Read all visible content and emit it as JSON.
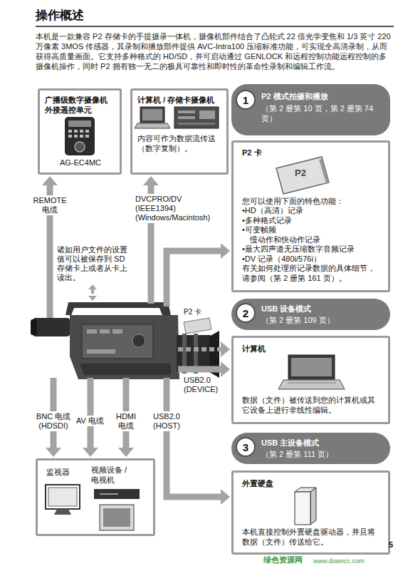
{
  "diagram": {
    "title": "操作概述",
    "nodes": [
      {
        "text": [
          "广播级数字摄像机 外接遥控单元",
          "AG-EC4MC"
        ]
      },
      {
        "text": [
          "计算机 / 存储卡摄像机",
          "内容可作为数据流传送 （数字复制）。"
        ]
      },
      {
        "text": [
          "P2 模式拍摄和播放",
          "（第 2 册第 10 页，第 2 册第 74 页）"
        ]
      },
      {
        "text": [
          "1"
        ],
        "in": 2
      },
      {
        "text": [
          "P2 卡",
          "您可以使用下面的特色功能：",
          "•HD（高清）记录",
          "•多种格式记录",
          "•可变帧频 慢动作和快动作记录",
          "•最大四声道无压缩数字音频记录",
          "•DV 记录（480i/576i）",
          "有关如何处理所记录数据的具体细节，请参阅（第 2 册第 161 页）。"
        ]
      },
      {
        "text": [
          "USB 设备模式",
          "（第 2 册第 109 页）"
        ]
      },
      {
        "text": [
          "2"
        ],
        "in": 5
      },
      {
        "text": [
          "计算机",
          "数据（文件）被传送到您的计算机或其它设备上进行非线性编辑。"
        ]
      },
      {
        "text": [
          "USB 主设备模式",
          "（第 2 册第 111 页）"
        ]
      },
      {
        "text": [
          "3"
        ],
        "in": 8
      },
      {
        "text": [
          "外置硬盘",
          "本机直接控制外置硬盘驱动器，并且将数据（文件）传送给它。"
        ]
      },
      {
        "text": [
          "监视器",
          "视频设备 / 电视机"
        ]
      }
    ],
    "labels": [
      "本机是一款兼容 P2 存储卡的手提摄录一体机，摄像机部件结合了凸轮式 22 倍光学变焦和 1/3 英寸 220 万像素 3MOS 传感器，其录制和播放部件提供 AVC-Intra100 压缩标准功能，可实现全高清录制，从而获得高质量画面。它支持多种格式的 HD/SD，并可启动通过 GENLOCK 和远程控制功能远程控制的多摄像机操作，同时 P2 拥有独一无二的极具可靠性和即时性的革命性录制和编辑工作流。",
      "REMOTE 电缆",
      "DVCPRO/DV (IEEE1394) (Windows/Macintosh)",
      "诸如用户文件的设置值可以被保存到 SD 存储卡上或者从卡上读出。",
      "P2 卡",
      "P2",
      "USB2.0 (DEVICE)",
      "BNC 电缆 (HDSDI)",
      "AV 电缆",
      "HDMI 电缆",
      "USB2.0 (HOST)",
      "5",
      "绿色资源网",
      "www.downcc.com"
    ]
  }
}
